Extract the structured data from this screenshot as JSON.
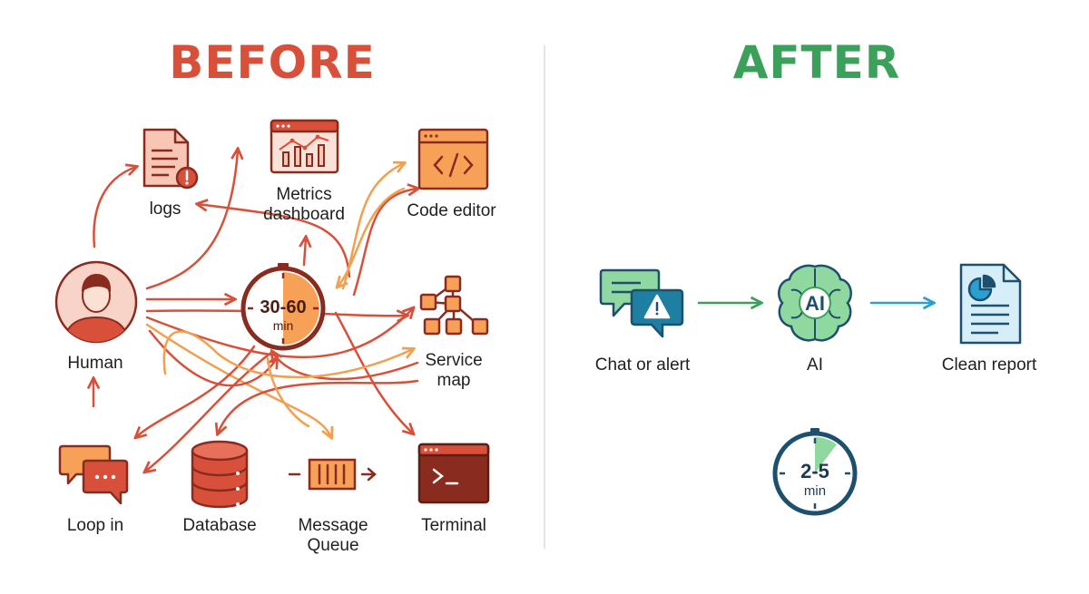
{
  "before": {
    "heading": "BEFORE",
    "nodes": {
      "logs": "logs",
      "metrics": "Metrics\ndashboard",
      "code_editor": "Code editor",
      "human": "Human",
      "timer": {
        "value": "30-60",
        "unit": "min"
      },
      "service_map": "Service\nmap",
      "loop_in": "Loop in",
      "database": "Database",
      "message_queue": "Message\nQueue",
      "terminal": "Terminal"
    }
  },
  "after": {
    "heading": "AFTER",
    "nodes": {
      "chat_alert": "Chat or alert",
      "ai_icon_text": "AI",
      "ai": "AI",
      "clean_report": "Clean report",
      "timer": {
        "value": "2-5",
        "unit": "min"
      }
    }
  },
  "colors": {
    "before_red": "#d9503a",
    "before_orange": "#f0a050",
    "dark_red": "#8a2b1f",
    "after_green": "#3aa05a",
    "after_blue": "#2a9fd0",
    "after_navy": "#1d4f6e"
  }
}
